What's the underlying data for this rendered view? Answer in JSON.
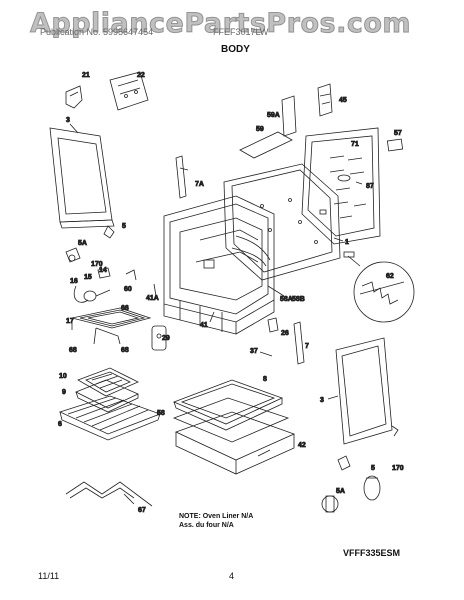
{
  "header": {
    "watermark": "AppliancePartsPros.com",
    "publication_no": "Publication No. 5995647454",
    "model": "FFEF3017LW",
    "section_title": "BODY"
  },
  "note": {
    "line1": "NOTE: Oven Liner N/A",
    "line2": "Ass. du four N/A"
  },
  "model_code": "VFFF335ESM",
  "footer": {
    "date": "11/11",
    "page": "4"
  },
  "callouts": {
    "c21": "21",
    "c22": "22",
    "c45": "45",
    "c59A": "59A",
    "c59": "59",
    "c71": "71",
    "c57": "57",
    "c3a": "3",
    "c7A": "7A",
    "c87": "87",
    "c5a": "5",
    "c5Aa": "5A",
    "c170a": "170",
    "c14": "14",
    "c15": "15",
    "c16": "16",
    "c60": "60",
    "c41A": "41A",
    "c1": "1",
    "c62": "62",
    "c58A": "58A",
    "c58B": "58B",
    "c66": "66",
    "c17": "17",
    "c68a": "68",
    "c68b": "68",
    "c29": "29",
    "c41": "41",
    "c26": "26",
    "c7": "7",
    "c37": "37",
    "c10": "10",
    "c9": "9",
    "c6": "6",
    "c8": "8",
    "c58": "58",
    "c42": "42",
    "c3b": "3",
    "c170b": "170",
    "c5Ab": "5A",
    "c5b": "5",
    "c67": "67"
  }
}
